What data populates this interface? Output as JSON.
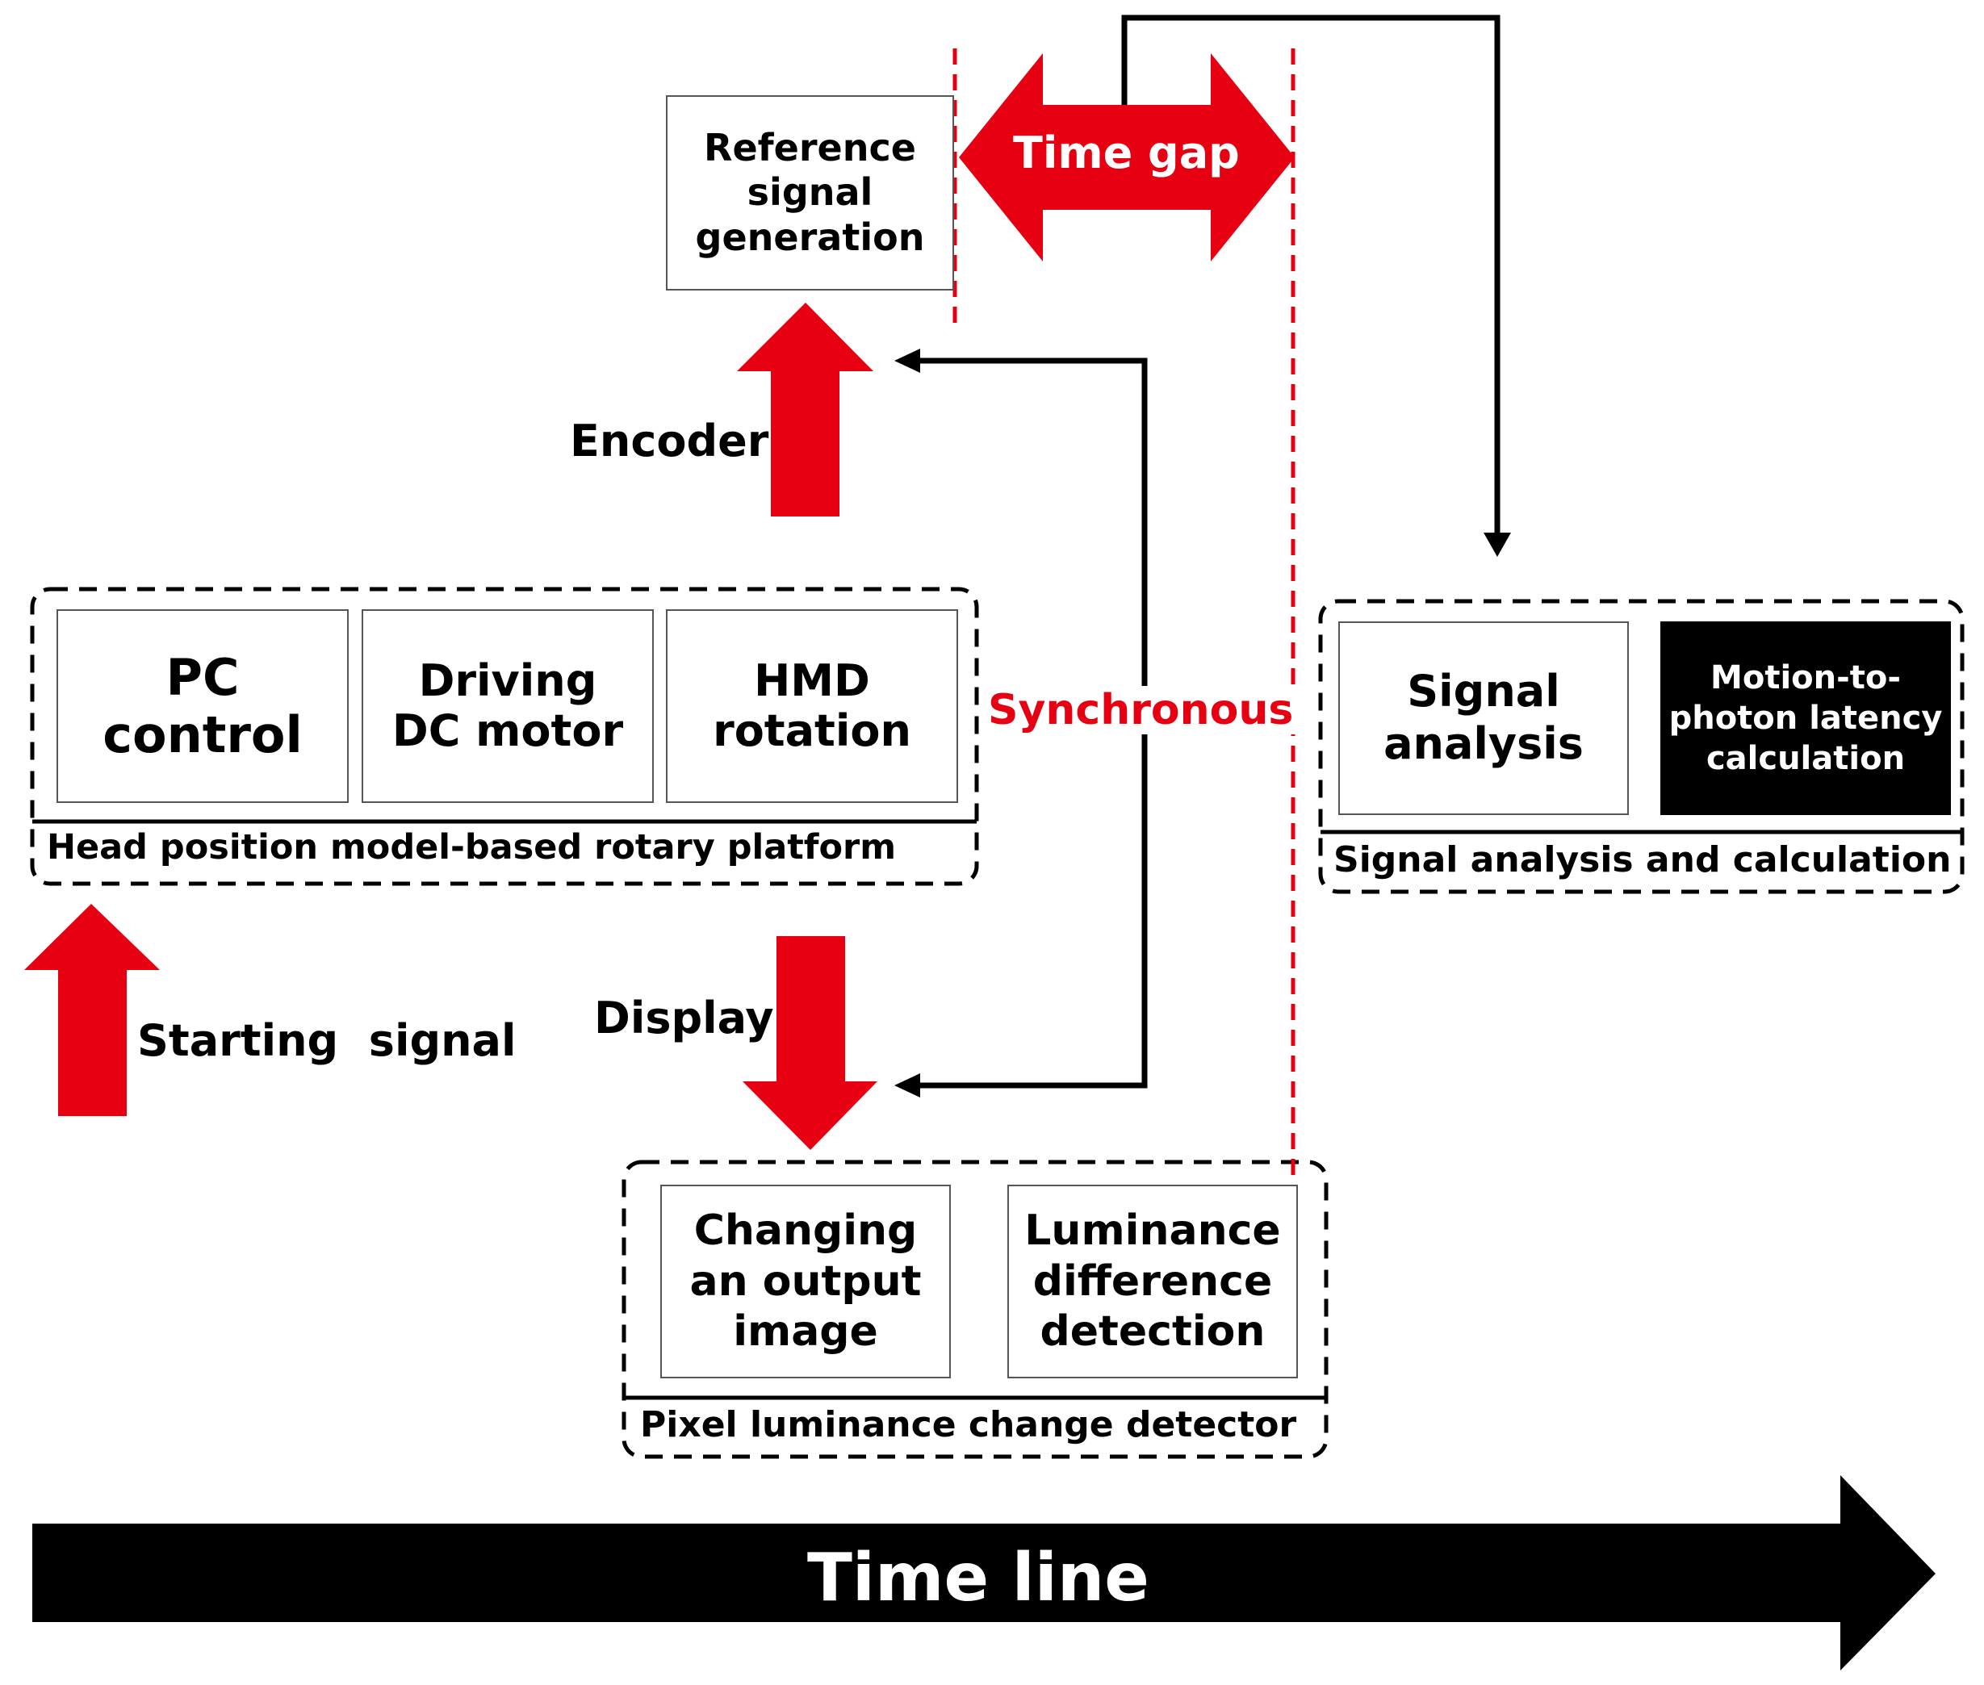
{
  "colors": {
    "accent_red": "#e60012",
    "black": "#000000",
    "box_border": "#555555"
  },
  "groups": {
    "rotary_platform": {
      "label": "Head position model-based rotary platform",
      "boxes": [
        "PC\ncontrol",
        "Driving\nDC motor",
        "HMD\nrotation"
      ]
    },
    "pixel_detector": {
      "label": "Pixel luminance change detector",
      "boxes": [
        "Changing\nan output\nimage",
        "Luminance\ndifference\ndetection"
      ]
    },
    "signal_analysis": {
      "label": "Signal analysis and calculation",
      "boxes": [
        "Signal\nanalysis",
        "Motion-to-\nphoton latency\ncalculation"
      ]
    }
  },
  "reference_box": "Reference\nsignal\ngeneration",
  "labels": {
    "encoder": "Encoder",
    "display": "Display",
    "starting_signal": "Starting  signal",
    "time_gap": "Time gap",
    "synchronous": "Synchronous",
    "time_line": "Time line"
  }
}
